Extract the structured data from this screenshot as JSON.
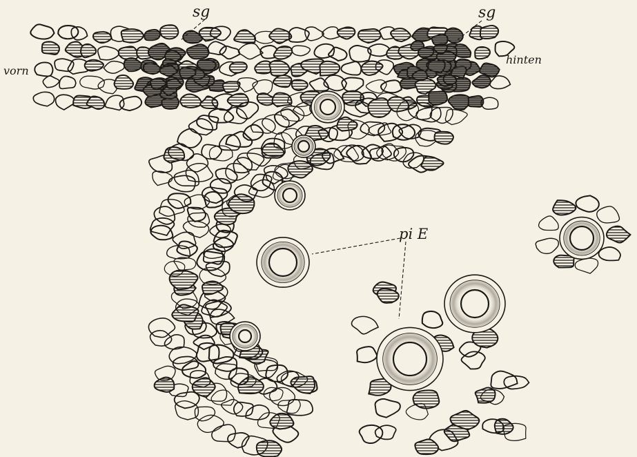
{
  "figure": {
    "labels": {
      "sg_left": "sg",
      "sg_right": "sg",
      "vorn": "vorn",
      "hinten": "hinten",
      "pie": "pi E"
    },
    "colors": {
      "background": "#f5f1e4",
      "ink": "#1c1a17",
      "hatch_fill": "#6c6860",
      "stipple": "#7a7268"
    }
  }
}
